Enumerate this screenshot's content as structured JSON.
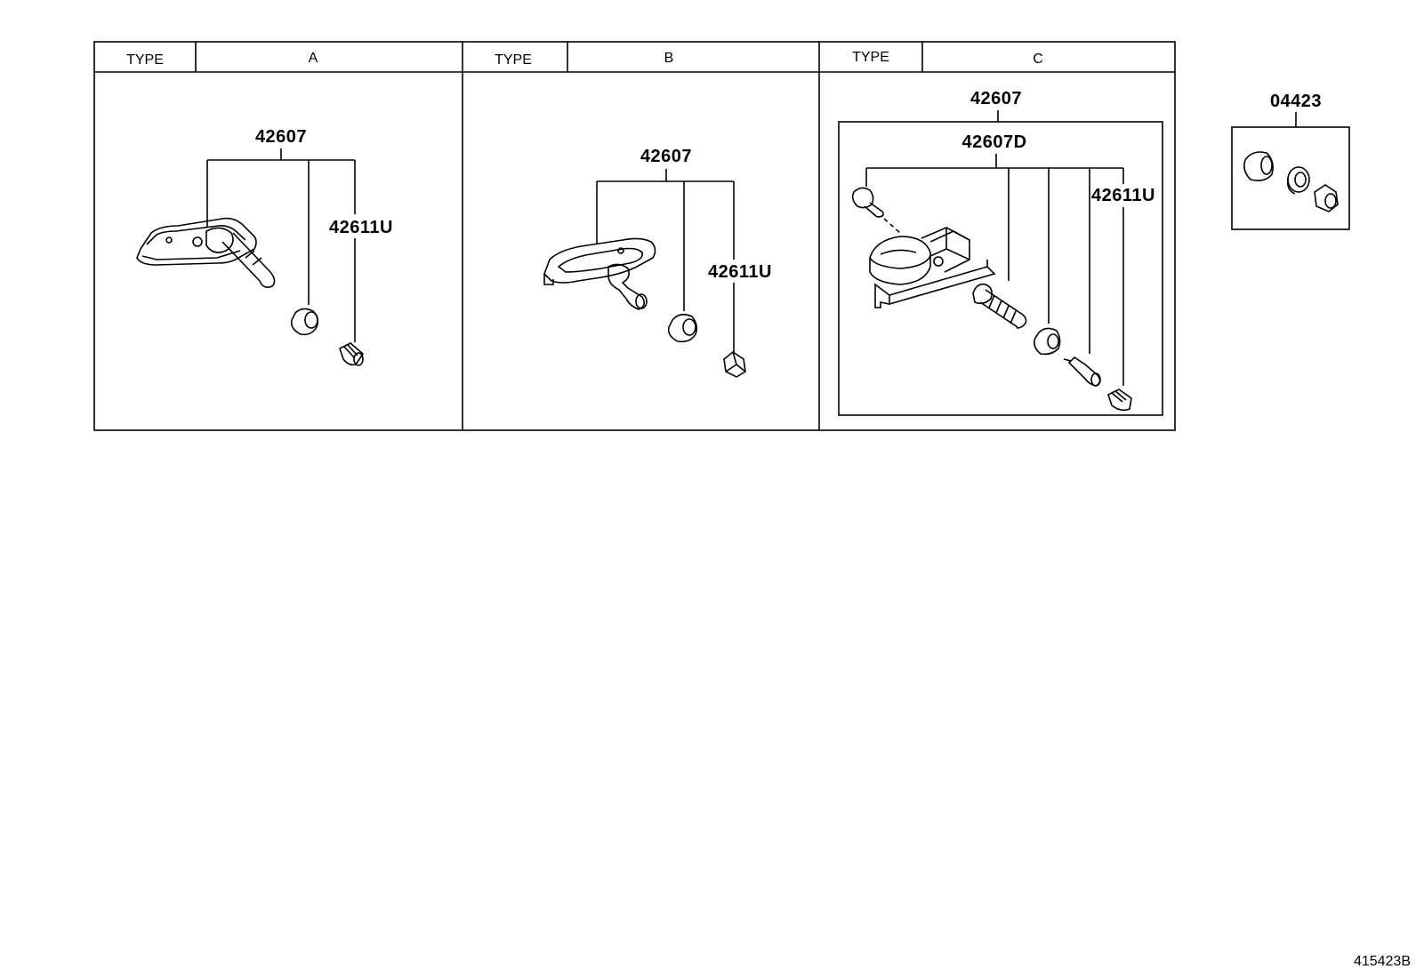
{
  "panels": {
    "a": {
      "type_label": "TYPE",
      "type_value": "A",
      "assembly_part": "42607",
      "cap_part": "42611U"
    },
    "b": {
      "type_label": "TYPE",
      "type_value": "B",
      "assembly_part": "42607",
      "cap_part": "42611U"
    },
    "c": {
      "type_label": "TYPE",
      "type_value": "C",
      "assembly_part": "42607",
      "sub_assembly_part": "42607D",
      "cap_part": "42611U"
    }
  },
  "kit": {
    "part": "04423"
  },
  "figure_id": "415423B"
}
